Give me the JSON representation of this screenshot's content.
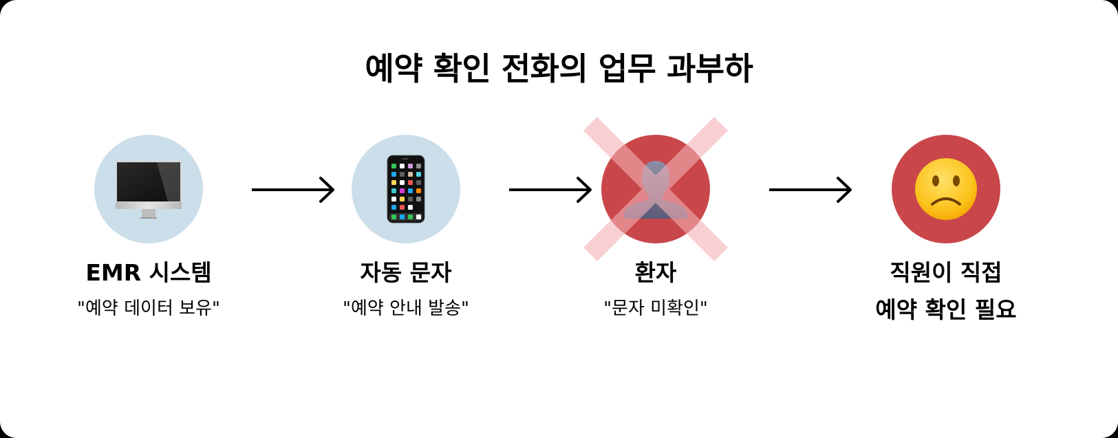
{
  "title": "예약 확인 전화의 업무 과부하",
  "colors": {
    "blue_circle": "#cbdeea",
    "red_circle": "#c9474a",
    "x_mark": "#f8c9cc",
    "arrow": "#000000"
  },
  "steps": [
    {
      "icon": "desktop-computer-icon",
      "label": "EMR 시스템",
      "sub": "\"예약 데이터 보유\"",
      "circle": "blue"
    },
    {
      "icon": "mobile-phone-icon",
      "label": "자동 문자",
      "sub": "\"예약 안내 발송\"",
      "circle": "blue"
    },
    {
      "icon": "person-silhouette-icon",
      "label": "환자",
      "sub": "\"문자 미확인\"",
      "circle": "red",
      "crossed": true
    },
    {
      "icon": "slightly-frowning-face-icon",
      "label": "직원이 직접",
      "label2": "예약 확인 필요",
      "circle": "red"
    }
  ],
  "arrows": [
    "right-arrow",
    "right-arrow",
    "right-arrow"
  ]
}
